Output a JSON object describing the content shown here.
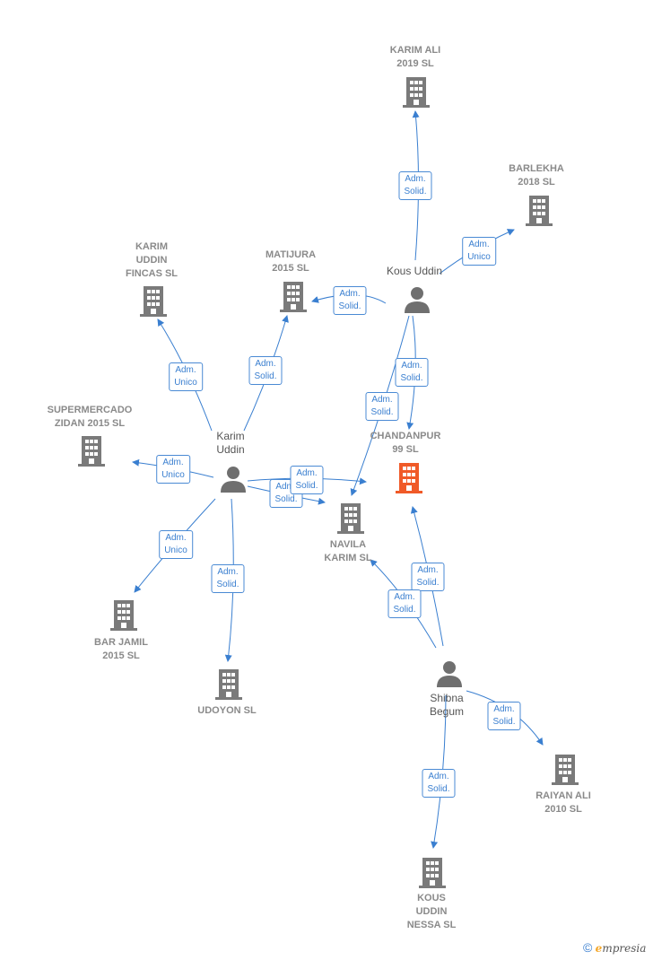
{
  "colors": {
    "edge": "#3a7fd0",
    "building": "#7a7a7a",
    "focus": "#f05a28",
    "person": "#6f6f6f"
  },
  "companies": {
    "karim_ali": {
      "lines": [
        "KARIM ALI",
        "2019  SL"
      ]
    },
    "barlekha": {
      "lines": [
        "BARLEKHA",
        "2018  SL"
      ]
    },
    "karim_uddin_f": {
      "lines": [
        "KARIM",
        "UDDIN",
        "FINCAS  SL"
      ]
    },
    "matijura": {
      "lines": [
        "MATIJURA",
        "2015  SL"
      ]
    },
    "supermercado": {
      "lines": [
        "SUPERMERCADO",
        "ZIDAN 2015  SL"
      ]
    },
    "chandanpur": {
      "lines": [
        "CHANDANPUR",
        "99  SL"
      ]
    },
    "navila": {
      "lines": [
        "NAVILA",
        "KARIM  SL"
      ]
    },
    "bar_jamil": {
      "lines": [
        "BAR JAMIL",
        "2015  SL"
      ]
    },
    "udoyon": {
      "lines": [
        "UDOYON SL"
      ]
    },
    "raiyan": {
      "lines": [
        "RAIYAN ALI",
        "2010  SL"
      ]
    },
    "kous_nessa": {
      "lines": [
        "KOUS",
        "UDDIN",
        "NESSA  SL"
      ]
    }
  },
  "persons": {
    "kous": {
      "lines": [
        "Kous Uddin"
      ]
    },
    "karim": {
      "lines": [
        "Karim",
        "Uddin"
      ]
    },
    "shibna": {
      "lines": [
        "Shibna",
        "Begum"
      ]
    }
  },
  "badges": {
    "b1": [
      "Adm.",
      "Solid."
    ],
    "b2": [
      "Adm.",
      "Unico"
    ],
    "b3": [
      "Adm.",
      "Solid."
    ],
    "b4": [
      "Adm.",
      "Solid."
    ],
    "b5": [
      "Adm.",
      "Solid."
    ],
    "b6": [
      "Adm.",
      "Unico"
    ],
    "b7": [
      "Adm.",
      "Solid."
    ],
    "b8": [
      "Adm.",
      "Unico"
    ],
    "b9": [
      "Adm.",
      "Solid."
    ],
    "b10": [
      "Adm.",
      "Solid."
    ],
    "b11": [
      "Adm.",
      "Unico"
    ],
    "b12": [
      "Adm.",
      "Solid."
    ],
    "b13": [
      "Adm.",
      "Solid."
    ],
    "b14": [
      "Adm.",
      "Solid."
    ],
    "b15": [
      "Adm.",
      "Solid."
    ],
    "b16": [
      "Adm.",
      "Solid."
    ]
  },
  "brand": {
    "copyright": "©",
    "first": "e",
    "rest": "mpresia"
  }
}
